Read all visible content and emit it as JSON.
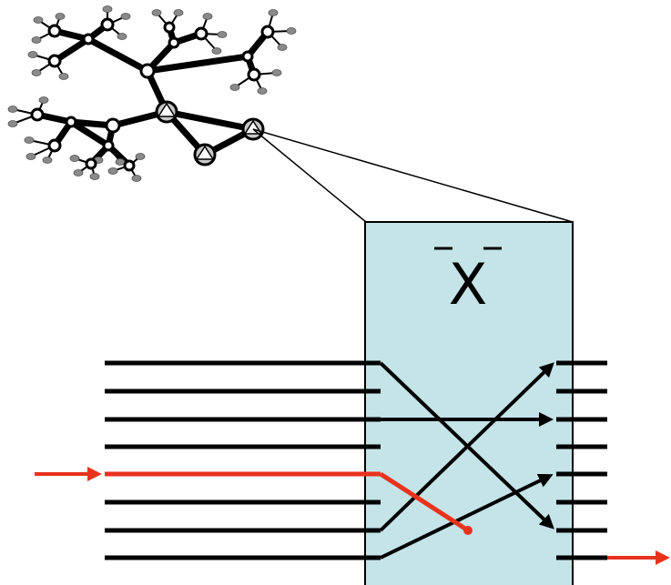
{
  "switch": {
    "label": "X",
    "fill": "#c5e4e8"
  },
  "colors": {
    "line": "#000000",
    "signal": "#e8321e",
    "node_fill": "#ffffff",
    "router_fill": "#c8c8c8",
    "host": "#8a8a8a"
  },
  "icons": {
    "host": "computer-icon",
    "router": "triangle-router-icon",
    "node": "circle-node-icon"
  },
  "port_counts": {
    "inputs": 8,
    "outputs": 8
  },
  "highlighted_path": {
    "input_port": 5,
    "output_port": 8
  }
}
